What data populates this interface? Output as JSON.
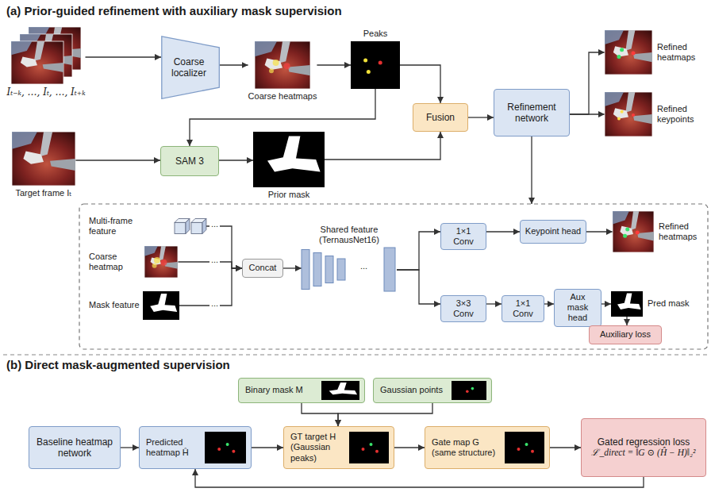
{
  "diagram": {
    "nodes": [
      {
        "text": [
          "Iₜ₋ₖ, …, Iₜ, …, Iₜ₊ₖ"
        ]
      },
      {
        "text": [
          "Coarse localizer"
        ]
      },
      {
        "text": [
          "Coarse heatmaps"
        ]
      },
      {
        "text": [
          "Peaks"
        ]
      },
      {
        "text": [
          "Target frame Iₜ"
        ]
      },
      {
        "text": [
          "SAM 3"
        ]
      },
      {
        "text": [
          "Prior mask"
        ]
      },
      {
        "text": [
          "Fusion"
        ]
      },
      {
        "text": [
          "Refinement network"
        ]
      },
      {
        "text": [
          "Refined heatmaps"
        ]
      },
      {
        "text": [
          "Refined keypoints"
        ]
      },
      {
        "text": [
          "Multi-frame feature"
        ]
      },
      {
        "text": [
          "Coarse heatmap"
        ]
      },
      {
        "text": [
          "Mask feature"
        ]
      },
      {
        "text": [
          "Concat"
        ]
      },
      {
        "text": [
          "Shared feature (TernausNet16)"
        ]
      },
      {
        "text": [
          "1×1 Conv"
        ]
      },
      {
        "text": [
          "Keypoint head"
        ]
      },
      {
        "text": [
          "Refined heatmaps"
        ]
      },
      {
        "text": [
          "3×3 Conv"
        ]
      },
      {
        "text": [
          "1×1 Conv"
        ]
      },
      {
        "text": [
          "Aux mask head"
        ]
      },
      {
        "text": [
          "Pred mask"
        ]
      },
      {
        "text": [
          "Auxiliary loss"
        ]
      },
      {
        "text": [
          "Binary mask M"
        ]
      },
      {
        "text": [
          "Gaussian points"
        ]
      },
      {
        "text": [
          "Baseline heatmap network"
        ]
      },
      {
        "text": [
          "Predicted heatmap Ĥ"
        ]
      },
      {
        "text": [
          "GT target H (Gaussian peaks)"
        ]
      },
      {
        "text": [
          "Gate map G (same structure)"
        ]
      },
      {
        "text": [
          "Gated regression loss",
          "ℒ_direct = ‖G ⊙ (Ĥ − H)‖₂²"
        ]
      }
    ],
    "edges": [
      {
        "from": 0,
        "to": 1,
        "arrow": "to"
      },
      {
        "from": 1,
        "to": 2,
        "arrow": "to"
      },
      {
        "from": 2,
        "to": 3,
        "arrow": "to"
      },
      {
        "from": 3,
        "to": 7,
        "arrow": "to"
      },
      {
        "from": 3,
        "to": 5,
        "arrow": "to"
      },
      {
        "from": 4,
        "to": 5,
        "arrow": "to"
      },
      {
        "from": 5,
        "to": 6,
        "arrow": "to"
      },
      {
        "from": 6,
        "to": 7,
        "arrow": "to"
      },
      {
        "from": 7,
        "to": 8,
        "arrow": "to"
      },
      {
        "from": 8,
        "to": 9,
        "arrow": "to"
      },
      {
        "from": 8,
        "to": 10,
        "arrow": "to"
      },
      {
        "from": 11,
        "to": 14,
        "arrow": "to"
      },
      {
        "from": 12,
        "to": 14,
        "arrow": "to"
      },
      {
        "from": 13,
        "to": 14,
        "arrow": "to"
      },
      {
        "from": 14,
        "to": 15,
        "arrow": "to"
      },
      {
        "from": 15,
        "to": 16,
        "arrow": "to"
      },
      {
        "from": 15,
        "to": 19,
        "arrow": "to"
      },
      {
        "from": 16,
        "to": 17,
        "arrow": "to"
      },
      {
        "from": 17,
        "to": 18,
        "arrow": "to"
      },
      {
        "from": 19,
        "to": 20,
        "arrow": "to"
      },
      {
        "from": 20,
        "to": 21,
        "arrow": "to"
      },
      {
        "from": 21,
        "to": 22,
        "arrow": "to"
      },
      {
        "from": 22,
        "to": 23,
        "arrow": "to"
      },
      {
        "from": 26,
        "to": 27,
        "arrow": "to"
      },
      {
        "from": 27,
        "to": 28,
        "arrow": "to"
      },
      {
        "from": 24,
        "to": 28,
        "arrow": "to"
      },
      {
        "from": 25,
        "to": 28,
        "arrow": "to"
      },
      {
        "from": 28,
        "to": 29,
        "arrow": "to"
      },
      {
        "from": 29,
        "to": 30,
        "arrow": "to"
      },
      {
        "from": 30,
        "to": 27,
        "arrow": "to"
      }
    ],
    "labels": [
      "(a) Prior-guided refinement with auxiliary mask supervision",
      "(b) Direct mask-augmented supervision",
      "...",
      "...",
      "...",
      "..."
    ]
  }
}
